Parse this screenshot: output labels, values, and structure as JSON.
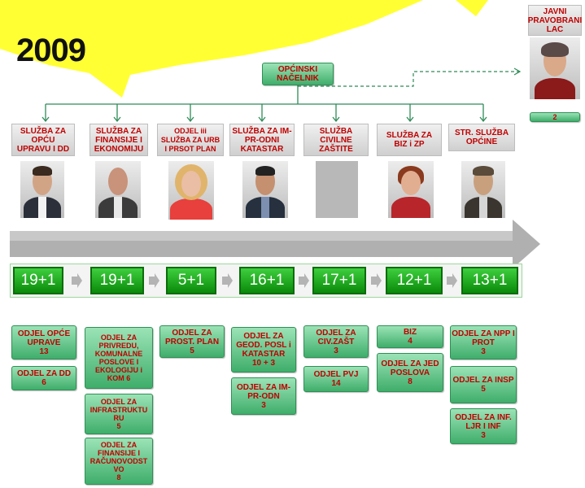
{
  "year": "2009",
  "colors": {
    "header_text": "#c00000",
    "green_box": "#3fae6b",
    "number_box": "#0a8a0a",
    "starburst": "#ffff33",
    "connector": "#2e8b57"
  },
  "top": {
    "nacelnik": "OPĆINSKI NAČELNIK",
    "pravobranilac": {
      "title": "JAVNI PRAVOBRANI LAC",
      "count": "2"
    }
  },
  "departments": [
    {
      "title": "SLUŽBA ZA OPĆU UPRAVU I DD",
      "number": "19+1"
    },
    {
      "title": "SLUŽBA ZA FINANSIJE I EKONOMIJU",
      "number": "19+1"
    },
    {
      "title": "ODJEL iii SLUŽBA ZA URB I PRSOT PLAN",
      "number": "5+1"
    },
    {
      "title": "SLUŽBA ZA IM-PR-ODNI KATASTAR",
      "number": "16+1"
    },
    {
      "title": "SLUŽBA CIVILNE ZAŠTITE",
      "number": "17+1"
    },
    {
      "title": "SLUŽBA ZA BIZ i ZP",
      "number": "12+1"
    },
    {
      "title": "STR. SLUŽBA OPĆINE",
      "number": "13+1"
    }
  ],
  "subunits": {
    "col1": [
      {
        "name": "ODJEL OPĆE UPRAVE",
        "count": "13"
      },
      {
        "name": "ODJEL ZA DD",
        "count": "6"
      }
    ],
    "col2": [
      {
        "name": "ODJEL ZA PRIVREDU, KOMUNALNE POSLOVE I EKOLOGIJU i",
        "count": "KOM 6"
      },
      {
        "name": "ODJEL ZA INFRASTRUKTU RU",
        "count": "5"
      },
      {
        "name": "ODJEL ZA FINANSIJE I RAČUNOVODST VO",
        "count": "8"
      }
    ],
    "col3": [
      {
        "name": "ODJEL ZA PROST. PLAN",
        "count": "5"
      }
    ],
    "col4": [
      {
        "name": "ODJEL ZA GEOD. POSL i KATASTAR",
        "count": "10 + 3"
      },
      {
        "name": "ODJEL ZA IM-PR-ODN",
        "count": "3"
      }
    ],
    "col5": [
      {
        "name": "ODJEL ZA CIV.ZAŠT",
        "count": "3"
      },
      {
        "name": "ODJEL PVJ",
        "count": "14"
      }
    ],
    "col6": [
      {
        "name": "BIZ",
        "count": "4"
      },
      {
        "name": "ODJEL ZA JED POSLOVA",
        "count": "8"
      }
    ],
    "col7": [
      {
        "name": "ODJEL ZA NPP I PROT",
        "count": "3"
      },
      {
        "name": "ODJEL ZA INSP",
        "count": "5"
      },
      {
        "name": "ODJEL ZA INF. LJR I INF",
        "count": "3"
      }
    ]
  }
}
